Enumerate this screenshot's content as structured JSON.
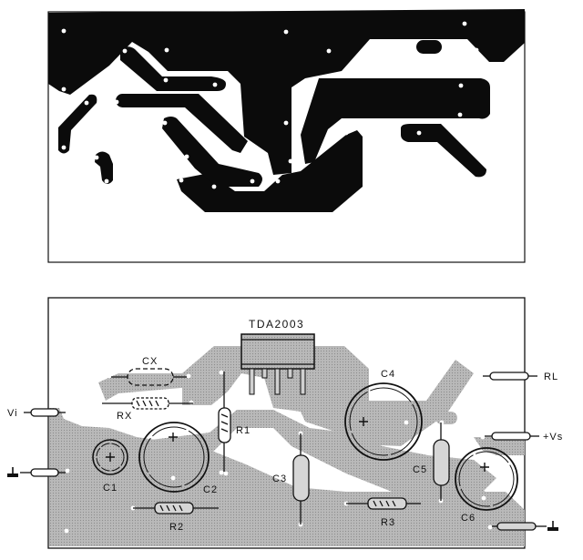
{
  "figure": {
    "type": "pcb-layout",
    "panels": [
      {
        "id": "copper-side",
        "description": "Copper trace layout (solder side), black traces on white board"
      },
      {
        "id": "component-side",
        "description": "Component placement overlay with gray traces"
      }
    ]
  },
  "ic": {
    "label": "TDA2003"
  },
  "components": {
    "cx": "CX",
    "rx": "RX",
    "r1": "R1",
    "r2": "R2",
    "r3": "R3",
    "c1": "C1",
    "c2": "C2",
    "c3": "C3",
    "c4": "C4",
    "c5": "C5",
    "c6": "C6"
  },
  "terminals": {
    "vi": "Vi",
    "rl": "RL",
    "vs": "+Vs",
    "ground_symbol": "ground-icon"
  },
  "polarity": {
    "plus": "+"
  },
  "colors": {
    "copper_trace": "#0b0b0b",
    "board_bg": "#ffffff",
    "overlay_trace": "#b4b4b4",
    "outline": "#111111"
  }
}
